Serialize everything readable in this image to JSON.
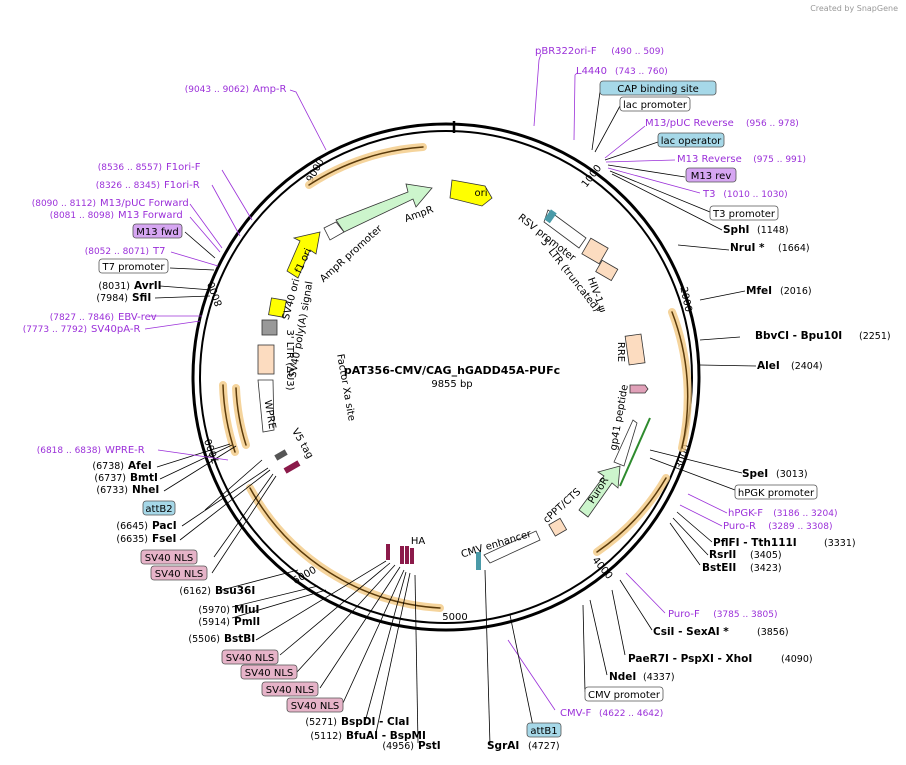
{
  "watermark": "Created by SnapGene",
  "title": "pAT356-CMV/CAG_hGADD45A-PUFc",
  "size_label": "9855 bp",
  "ticks": [
    "1000",
    "2000",
    "3000",
    "4000",
    "5000",
    "6000",
    "7000",
    "8000",
    "9000"
  ],
  "enzymes": [
    {
      "name": "SphI",
      "pos": "(1148)"
    },
    {
      "name": "NruI *",
      "pos": "(1664)"
    },
    {
      "name": "MfeI",
      "pos": "(2016)"
    },
    {
      "name": "BbvCI - Bpu10I",
      "pos": "(2251)"
    },
    {
      "name": "AleI",
      "pos": "(2404)"
    },
    {
      "name": "SpeI",
      "pos": "(3013)"
    },
    {
      "name": "PflFI - Tth111I",
      "pos": "(3331)"
    },
    {
      "name": "RsrII",
      "pos": "(3405)"
    },
    {
      "name": "BstEII",
      "pos": "(3423)"
    },
    {
      "name": "CsiI - SexAI *",
      "pos": "(3856)"
    },
    {
      "name": "PaeR7I - PspXI - XhoI",
      "pos": "(4090)"
    },
    {
      "name": "NdeI",
      "pos": "(4337)"
    },
    {
      "name": "SgrAI",
      "pos": "(4727)"
    },
    {
      "name": "PstI",
      "pos": "(4956)"
    },
    {
      "name": "BfuAI - BspMI",
      "pos": "(5112)"
    },
    {
      "name": "BspDI - ClaI",
      "pos": "(5271)"
    },
    {
      "name": "BstBI",
      "pos": "(5506)"
    },
    {
      "name": "PmlI",
      "pos": "(5914)"
    },
    {
      "name": "MluI",
      "pos": "(5970)"
    },
    {
      "name": "Bsu36I",
      "pos": "(6162)"
    },
    {
      "name": "FseI",
      "pos": "(6635)"
    },
    {
      "name": "PacI",
      "pos": "(6645)"
    },
    {
      "name": "NheI",
      "pos": "(6733)"
    },
    {
      "name": "BmtI",
      "pos": "(6737)"
    },
    {
      "name": "AfeI",
      "pos": "(6738)"
    },
    {
      "name": "SfiI",
      "pos": "(7984)"
    },
    {
      "name": "AvrII",
      "pos": "(8031)"
    }
  ],
  "primers": [
    {
      "name": "pBR322ori-F",
      "pos": "(490 .. 509)"
    },
    {
      "name": "L4440",
      "pos": "(743 .. 760)"
    },
    {
      "name": "M13/pUC Reverse",
      "pos": "(956 .. 978)"
    },
    {
      "name": "M13 Reverse",
      "pos": "(975 .. 991)"
    },
    {
      "name": "T3",
      "pos": "(1010 .. 1030)"
    },
    {
      "name": "hPGK-F",
      "pos": "(3186 .. 3204)"
    },
    {
      "name": "Puro-R",
      "pos": "(3289 .. 3308)"
    },
    {
      "name": "Puro-F",
      "pos": "(3785 .. 3805)"
    },
    {
      "name": "CMV-F",
      "pos": "(4622 .. 4642)"
    },
    {
      "name": "WPRE-R",
      "pos": "(6818 .. 6838)"
    },
    {
      "name": "SV40pA-R",
      "pos": "(7773 .. 7792)"
    },
    {
      "name": "EBV-rev",
      "pos": "(7827 .. 7846)"
    },
    {
      "name": "T7",
      "pos": "(8052 .. 8071)"
    },
    {
      "name": "M13 Forward",
      "pos": "(8081 .. 8098)"
    },
    {
      "name": "M13/pUC Forward",
      "pos": "(8090 .. 8112)"
    },
    {
      "name": "F1ori-R",
      "pos": "(8326 .. 8345)"
    },
    {
      "name": "F1ori-F",
      "pos": "(8536 .. 8557)"
    },
    {
      "name": "Amp-R",
      "pos": "(9043 .. 9062)"
    }
  ],
  "boxes": [
    {
      "name": "CAP binding site",
      "color": "#a6d8e8"
    },
    {
      "name": "lac promoter",
      "color": "#ffffff"
    },
    {
      "name": "lac operator",
      "color": "#a6d8e8"
    },
    {
      "name": "M13 rev",
      "color": "#d6a6f2"
    },
    {
      "name": "T3 promoter",
      "color": "#ffffff"
    },
    {
      "name": "hPGK promoter",
      "color": "#ffffff"
    },
    {
      "name": "CMV promoter",
      "color": "#ffffff"
    },
    {
      "name": "attB1",
      "color": "#a6d8e8"
    },
    {
      "name": "SV40 NLS",
      "color": "#e6b3c8"
    },
    {
      "name": "SV40 NLS",
      "color": "#e6b3c8"
    },
    {
      "name": "SV40 NLS",
      "color": "#e6b3c8"
    },
    {
      "name": "SV40 NLS",
      "color": "#e6b3c8"
    },
    {
      "name": "SV40 NLS",
      "color": "#e6b3c8"
    },
    {
      "name": "SV40 NLS",
      "color": "#e6b3c8"
    },
    {
      "name": "attB2",
      "color": "#a6d8e8"
    },
    {
      "name": "M13 fwd",
      "color": "#d6a6f2"
    },
    {
      "name": "T7 promoter",
      "color": "#ffffff"
    }
  ],
  "features": {
    "ori": "ori",
    "ampr": "AmpR",
    "ampr_promoter": "AmpR promoter",
    "f1ori": "f1 ori",
    "sv40ori": "SV40 ori",
    "sv40polya": "SV40 poly(A) signal",
    "ltr3": "3' LTR (ΔU3)",
    "wpre": "WPRE",
    "v5tag": "V5 tag",
    "factorxa": "Factor Xa site",
    "ha": "HA",
    "cmv_enhancer": "CMV enhancer",
    "cppt": "cPPT/CTS",
    "puror": "PuroR",
    "gp41": "gp41 peptide",
    "rre": "RRE",
    "hiv": "HIV-1 ψ",
    "ltr5": "5' LTR (truncated)",
    "rsv": "RSV promoter"
  },
  "colors": {
    "primer": "#9b30d9",
    "ori": "#ffff00",
    "ampr": "#ccf5cc",
    "orf": "#e8b04d",
    "ltr": "#fcdcc0",
    "cap": "#a6d8e8"
  }
}
